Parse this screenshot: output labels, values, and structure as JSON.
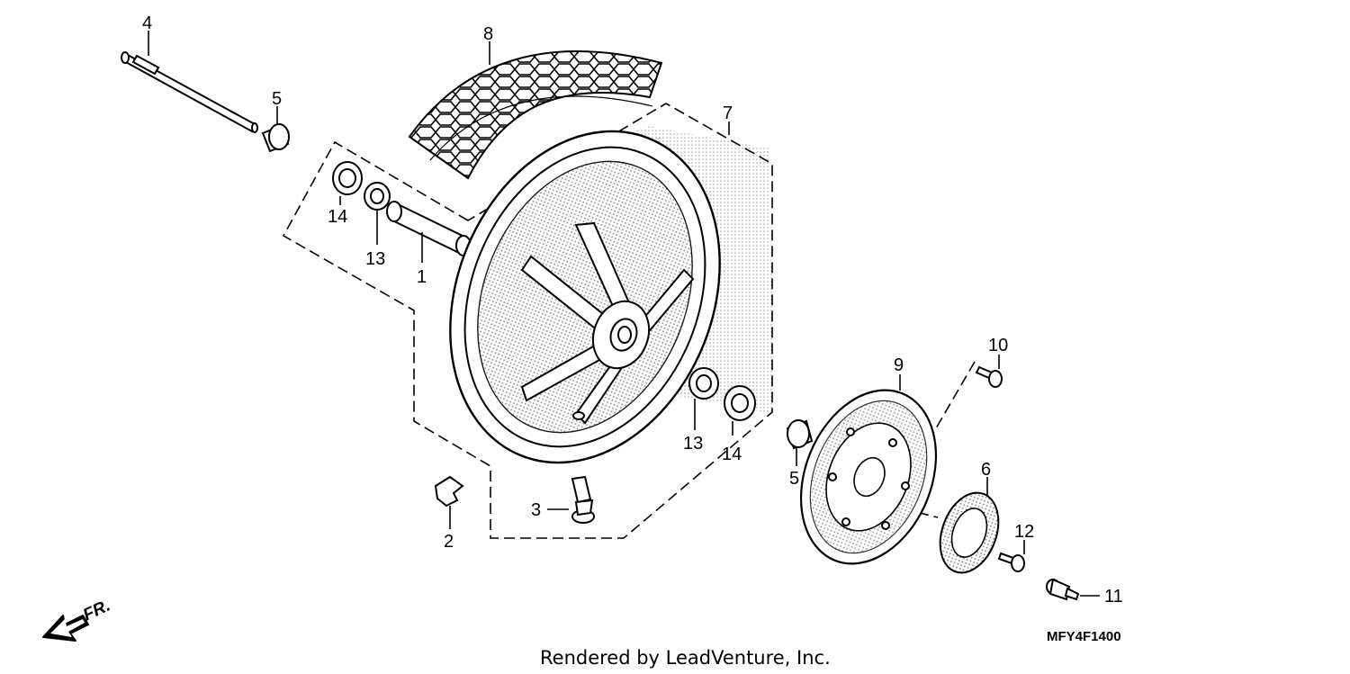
{
  "callouts": [
    {
      "id": "1",
      "label": "1"
    },
    {
      "id": "2",
      "label": "2"
    },
    {
      "id": "3",
      "label": "3"
    },
    {
      "id": "4",
      "label": "4"
    },
    {
      "id": "5a",
      "label": "5"
    },
    {
      "id": "5b",
      "label": "5"
    },
    {
      "id": "6",
      "label": "6"
    },
    {
      "id": "7",
      "label": "7"
    },
    {
      "id": "8",
      "label": "8"
    },
    {
      "id": "9",
      "label": "9"
    },
    {
      "id": "10",
      "label": "10"
    },
    {
      "id": "11",
      "label": "11"
    },
    {
      "id": "12",
      "label": "12"
    },
    {
      "id": "13a",
      "label": "13"
    },
    {
      "id": "13b",
      "label": "13"
    },
    {
      "id": "14a",
      "label": "14"
    },
    {
      "id": "14b",
      "label": "14"
    }
  ],
  "diagram_code": "MFY4F1400",
  "credit": "Rendered by LeadVenture, Inc.",
  "direction_label": "FR."
}
